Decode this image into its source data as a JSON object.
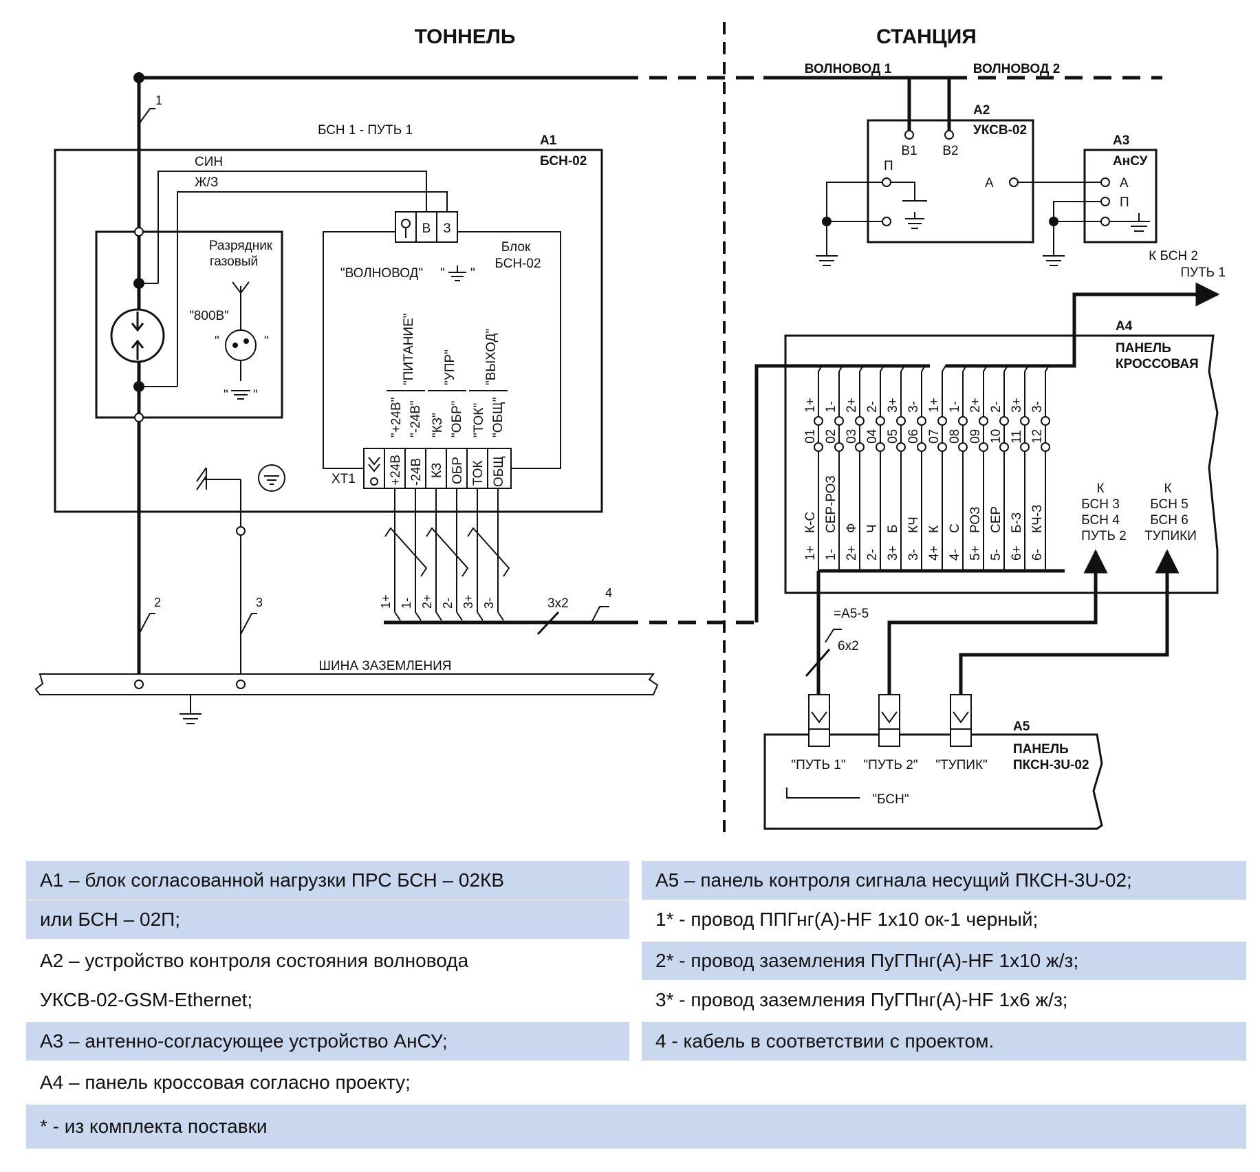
{
  "headings": {
    "tunnel": "ТОННЕЛЬ",
    "station": "СТАНЦИЯ"
  },
  "waveguides": {
    "w1": "ВОЛНОВОД 1",
    "w2": "ВОЛНОВОД 2"
  },
  "a1": {
    "id": "А1",
    "model": "БСН-02",
    "title": "БСН 1 - ПУТЬ 1",
    "sin": "СИН",
    "zh3": "Ж/З",
    "arrester": "Разрядник газовый",
    "arrester_line1": "Разрядник",
    "arrester_line2": "газовый",
    "v800": "\"800В\"",
    "q1": "\"",
    "q2": "\"",
    "block_line1": "Блок",
    "block_line2": "БСН-02",
    "waveguide_label": "\"ВОЛНОВОД\"",
    "ground_label": "\"",
    "term_v": "В",
    "term_z": "З",
    "vgroups": [
      "\"ПИТАНИЕ\"",
      "\"УПР\"",
      "\"ВЫХОД\""
    ],
    "vsub": [
      "\"+24В\"",
      "\"-24В\"",
      "\"КЗ\"",
      "\"ОБР\"",
      "\"ТОК\"",
      "\"ОБЩ\""
    ],
    "xt1": "ХТ1",
    "xt1_terms": [
      "+24В",
      "-24В",
      "КЗ",
      "ОБР",
      "ТОК",
      "ОБЩ"
    ],
    "wires": [
      "1+",
      "1-",
      "2+",
      "2-",
      "3+",
      "3-"
    ],
    "cable": "3х2"
  },
  "wire_nums": [
    "1",
    "2",
    "3",
    "4"
  ],
  "ground_bus": "ШИНА ЗАЗЕМЛЕНИЯ",
  "a2": {
    "id": "А2",
    "model": "УКСВ-02",
    "b1": "В1",
    "b2": "В2",
    "p": "П",
    "a": "А"
  },
  "a3": {
    "id": "А3",
    "model": "АнСУ",
    "a": "А",
    "p": "П"
  },
  "to_bsn2": [
    "К БСН 2",
    "ПУТЬ 1"
  ],
  "a4": {
    "id": "А4",
    "title1": "ПАНЕЛЬ",
    "title2": "КРОССОВАЯ",
    "top": [
      "1+",
      "1-",
      "2+",
      "2-",
      "3+",
      "3-",
      "1+",
      "1-",
      "2+",
      "2-",
      "3+",
      "3-"
    ],
    "nums": [
      "01",
      "02",
      "03",
      "04",
      "05",
      "06",
      "07",
      "08",
      "09",
      "10",
      "11",
      "12"
    ],
    "colors": [
      "К-С",
      "СЕР-РОЗ",
      "Ф",
      "Ч",
      "Б",
      "КЧ",
      "К",
      "С",
      "РОЗ",
      "СЕР",
      "Б-З",
      "КЧ-З"
    ],
    "bottom": [
      "1+",
      "1-",
      "2+",
      "2-",
      "3+",
      "3-",
      "4+",
      "4-",
      "5+",
      "5-",
      "6+",
      "6-"
    ],
    "k1": [
      "К",
      "БСН 3",
      "БСН 4",
      "ПУТЬ 2"
    ],
    "k2": [
      "К",
      "БСН 5",
      "БСН 6",
      "ТУПИКИ"
    ]
  },
  "a5": {
    "id": "А5",
    "title1": "ПАНЕЛЬ",
    "title2": "ПКСН-3U-02",
    "ports": [
      "\"ПУТЬ 1\"",
      "\"ПУТЬ 2\"",
      "\"ТУПИК\""
    ],
    "bsn": "\"БСН\"",
    "ref": "=А5-5",
    "cable": "6х2"
  },
  "legend": {
    "left": [
      "А1 – блок согласованной нагрузки ПРС БСН – 02КВ",
      "или БСН – 02П;",
      "А2 – устройство контроля состояния волновода",
      "УКСВ-02-GSM-Ethernet;",
      "А3 – антенно-согласующее устройство АнСУ;",
      "А4 – панель кроссовая согласно проекту;"
    ],
    "right": [
      "А5 – панель контроля сигнала несущий ПКСН-3U-02;",
      "1* - провод ППГнг(А)-HF 1х10 ок-1 черный;",
      "2* - провод заземления ПуГПнг(А)-HF 1х10 ж/з;",
      "3* - провод заземления ПуГПнг(А)-HF 1х6 ж/з;",
      "4 - кабель в соответствии с проектом.",
      ""
    ],
    "footer": "* - из комплекта поставки"
  }
}
